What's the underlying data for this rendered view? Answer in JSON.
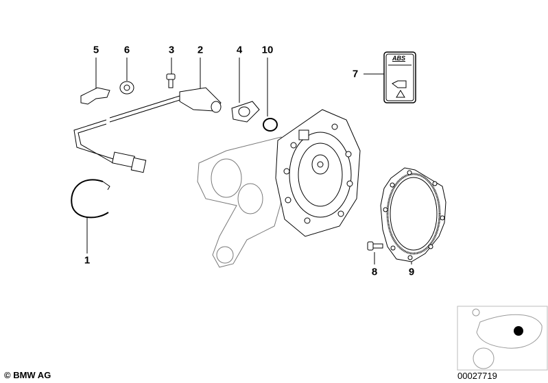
{
  "diagram": {
    "callouts": [
      {
        "id": "1",
        "label": "1"
      },
      {
        "id": "2",
        "label": "2"
      },
      {
        "id": "3",
        "label": "3"
      },
      {
        "id": "4",
        "label": "4"
      },
      {
        "id": "5",
        "label": "5"
      },
      {
        "id": "6",
        "label": "6"
      },
      {
        "id": "7",
        "label": "7"
      },
      {
        "id": "8",
        "label": "8"
      },
      {
        "id": "9",
        "label": "9"
      },
      {
        "id": "10",
        "label": "10"
      }
    ],
    "abs_label": {
      "text": "ABS"
    }
  },
  "footer": {
    "copyright": "© BMW AG",
    "diagram_number": "00027719"
  }
}
